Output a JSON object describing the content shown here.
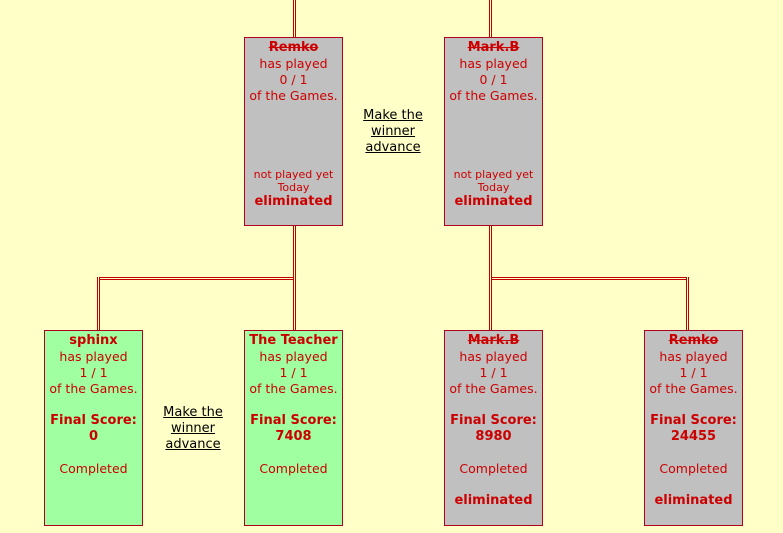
{
  "top": [
    {
      "name": "Remko",
      "has_played": "has played",
      "score": "0 / 1",
      "of_games": "of the Games.",
      "status": "not played yet",
      "when": "Today",
      "result": "eliminated"
    },
    {
      "name": "Mark.B",
      "has_played": "has played",
      "score": "0 / 1",
      "of_games": "of the Games.",
      "status": "not played yet",
      "when": "Today",
      "result": "eliminated"
    }
  ],
  "bottom": [
    {
      "name": "sphinx",
      "has_played": "has played",
      "score": "1 / 1",
      "of_games": "of the Games.",
      "final_label": "Final Score:",
      "final_value": "0",
      "status": "Completed"
    },
    {
      "name": "The Teacher",
      "has_played": "has played",
      "score": "1 / 1",
      "of_games": "of the Games.",
      "final_label": "Final Score:",
      "final_value": "7408",
      "status": "Completed"
    },
    {
      "name": "Mark.B",
      "has_played": "has played",
      "score": "1 / 1",
      "of_games": "of the Games.",
      "final_label": "Final Score:",
      "final_value": "8980",
      "status": "Completed",
      "result": "eliminated"
    },
    {
      "name": "Remko",
      "has_played": "has played",
      "score": "1 / 1",
      "of_games": "of the Games.",
      "final_label": "Final Score:",
      "final_value": "24455",
      "status": "Completed",
      "result": "eliminated"
    }
  ],
  "advance_links": [
    {
      "line1": "Make the",
      "line2": "winner",
      "line3": "advance"
    },
    {
      "line1": "Make the",
      "line2": "winner",
      "line3": "advance"
    }
  ],
  "colors": {
    "background": "#ffffc8",
    "eliminated_box": "#c0c0c0",
    "active_box": "#a0ffa0",
    "text_red": "#cc0000",
    "connector": "#c00000"
  }
}
